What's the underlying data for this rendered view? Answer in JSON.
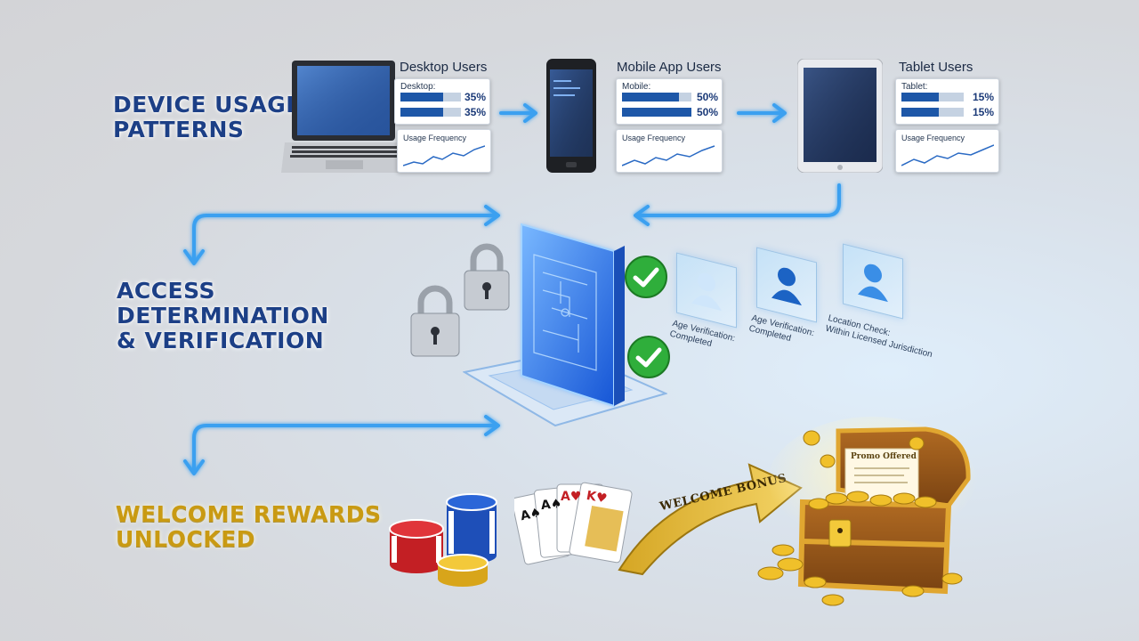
{
  "sections": {
    "device": [
      "DEVICE USAGE",
      "PATTERNS"
    ],
    "access": [
      "ACCESS",
      "DETERMINATION",
      "& VERIFICATION"
    ],
    "rewards": [
      "WELCOME REWARDS",
      "UNLOCKED"
    ]
  },
  "devices": [
    {
      "title": "Desktop Users",
      "bar_label": "Desktop:",
      "percent_text": "35%",
      "percent": 35,
      "freq_label": "Usage Frequency",
      "icon": "laptop-icon"
    },
    {
      "title": "Mobile App Users",
      "bar_label": "Mobile:",
      "percent_text": "50%",
      "percent": 50,
      "freq_label": "Usage Frequency",
      "icon": "phone-icon"
    },
    {
      "title": "Tablet Users",
      "bar_label": "Tablet:",
      "percent_text": "15%",
      "percent": 15,
      "freq_label": "Usage Frequency",
      "icon": "tablet-icon"
    }
  ],
  "verification": [
    {
      "line1": "Age Verification:",
      "line2": "Completed"
    },
    {
      "line1": "Age Verification:",
      "line2": "Completed"
    },
    {
      "line1": "Location Check:",
      "line2": "Within Licensed Jurisdiction"
    }
  ],
  "rewards": {
    "banner": "WELCOME BONUS",
    "scroll_text": "Promo Offered"
  },
  "colors": {
    "title_blue": "#1c3f86",
    "gold": "#c99a12",
    "arrow_blue": "#3aa0f0",
    "check_green": "#2fae3b",
    "bar_blue": "#1d57a8"
  }
}
